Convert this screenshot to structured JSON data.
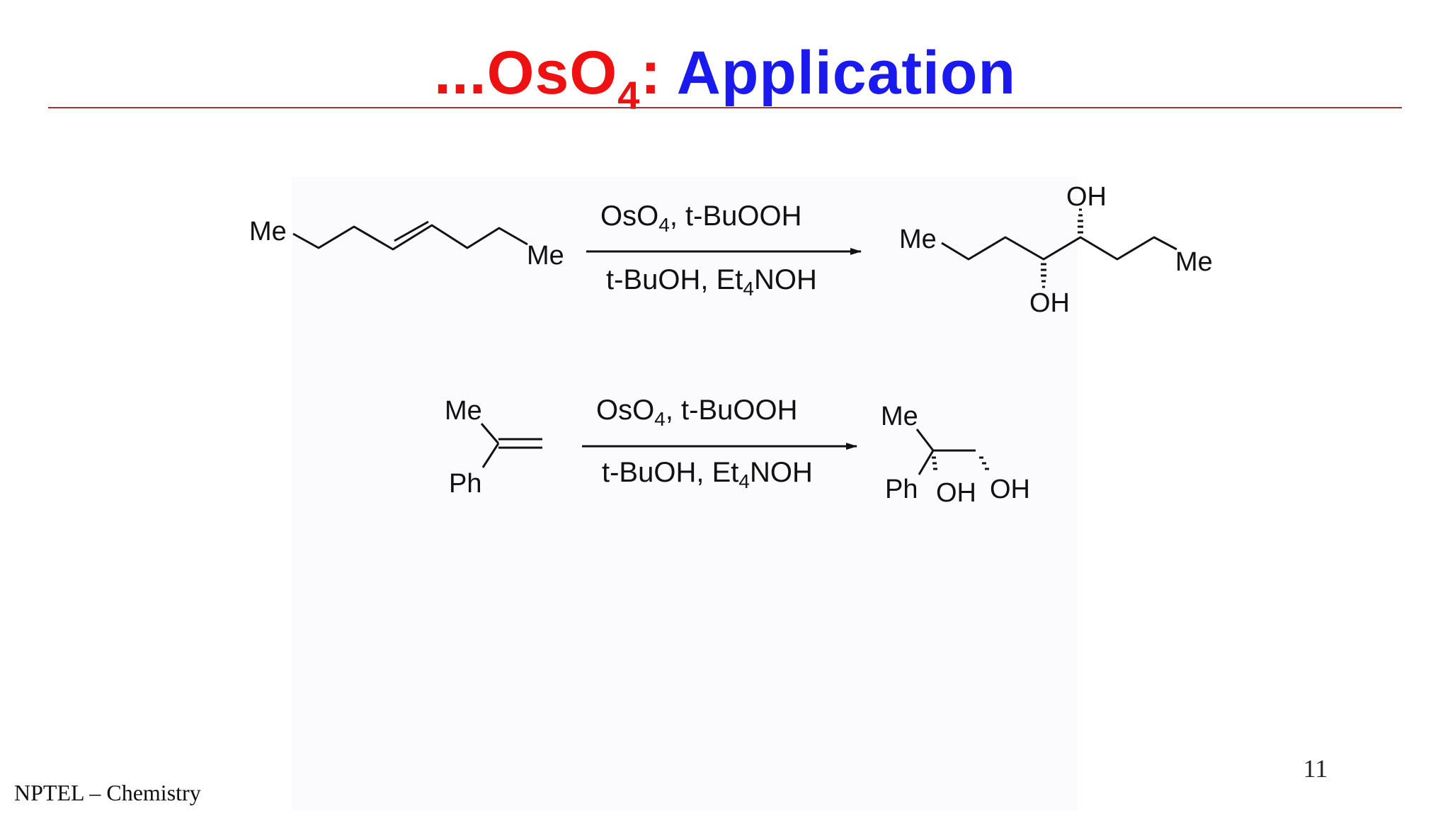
{
  "slide": {
    "title_prefix": "...OsO",
    "title_sub": "4",
    "title_colon": ":",
    "title_main": "Application",
    "footer": "NPTEL – Chemistry",
    "page_number": "11"
  },
  "colors": {
    "title_red": "#ee1111",
    "title_blue": "#1a1aee",
    "rule": "#b03030"
  },
  "reactions": [
    {
      "reagents_top": "OsO4, t-BuOOH",
      "reagents_bottom": "t-BuOH, Et4NOH",
      "reactant_labels": [
        "Me",
        "Me"
      ],
      "product_labels": [
        "Me",
        "Me",
        "OH",
        "OH"
      ]
    },
    {
      "reagents_top": "OsO4, t-BuOOH",
      "reagents_bottom": "t-BuOH, Et4NOH",
      "reactant_labels": [
        "Me",
        "Ph"
      ],
      "product_labels": [
        "Me",
        "Ph",
        "OH",
        "OH"
      ]
    }
  ]
}
